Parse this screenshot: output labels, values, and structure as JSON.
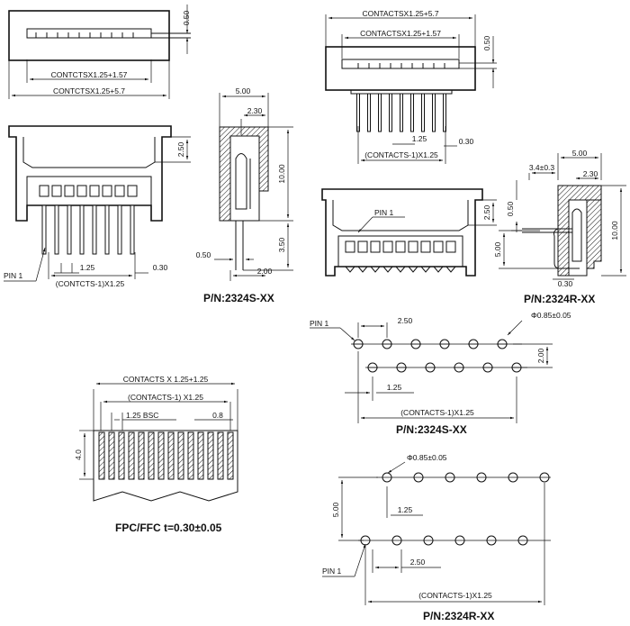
{
  "labels": {
    "top_left_total": "CONTCTSX1.25+5.7",
    "top_left_inner": "CONTCTSX1.25+1.57",
    "top_left_h": "0.50",
    "front_left_h": "2.50",
    "front_left_pitch": "1.25",
    "front_left_pin": "0.30",
    "front_left_span": "(CONTCTS-1)X1.25",
    "pin1_a": "PIN 1",
    "side_s_w": "5.00",
    "side_s_w2": "2.30",
    "side_s_h": "10.00",
    "side_s_tail": "3.50",
    "side_s_pin": "0.50",
    "side_s_bot": "2.00",
    "pn_s_side": "P/N:2324S-XX",
    "top_r_total": "CONTACTSX1.25+5.7",
    "top_r_inner": "CONTACTSX1.25+1.57",
    "top_r_h": "0.50",
    "top_r_pitch": "1.25",
    "top_r_pin": "0.30",
    "top_r_span": "(CONTACTS-1)X1.25",
    "front_r_h": "2.50",
    "pin1_b": "PIN  1",
    "side_r_w": "5.00",
    "side_r_off": "3.4±0.3",
    "side_r_w2": "2.30",
    "side_r_h": "10.00",
    "side_r_a": "0.50",
    "side_r_b": "5.00",
    "side_r_c": "0.30",
    "pn_r_side": "P/N:2324R-XX",
    "fp_s_pin1": "PIN 1",
    "fp_s_pitch2": "2.50",
    "fp_s_hole": "Φ0.85±0.05",
    "fp_s_row": "2.00",
    "fp_s_pitch": "1.25",
    "fp_s_span": "(CONTACTS-1)X1.25",
    "pn_s_fp": "P/N:2324S-XX",
    "ffc_total": "CONTACTS  X 1.25+1.25",
    "ffc_span": "(CONTACTS-1) X1.25",
    "ffc_bsc": "1.25  BSC",
    "ffc_w": "0.8",
    "ffc_h": "4.0",
    "ffc_note": "FPC/FFC t=0.30±0.05",
    "fp_r_hole": "Φ0.85±0.05",
    "fp_r_row": "5.00",
    "fp_r_pitch": "1.25",
    "fp_r_pitch2": "2.50",
    "fp_r_pin1": "PIN  1",
    "fp_r_span": "(CONTACTS-1)X1.25",
    "pn_r_fp": "P/N:2324R-XX"
  }
}
